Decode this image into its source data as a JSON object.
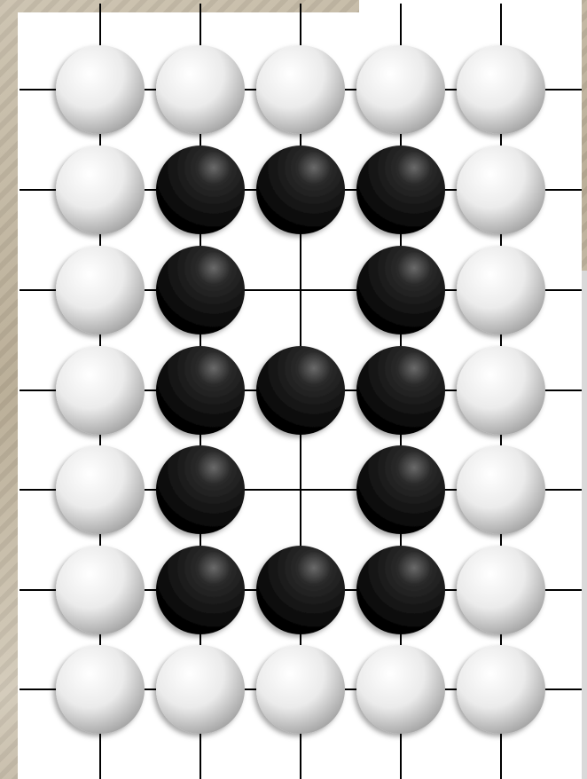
{
  "board": {
    "columns": 5,
    "rows": 7,
    "line_color": "#000000",
    "colors": {
      "white_stone_light": "#ffffff",
      "white_stone_dark": "#b8b8b8",
      "black_stone_light": "#5a5a5a",
      "black_stone_dark": "#000000"
    },
    "layout": [
      [
        "W",
        "W",
        "W",
        "W",
        "W"
      ],
      [
        "W",
        "B",
        "B",
        "B",
        "W"
      ],
      [
        "W",
        "B",
        "",
        "B",
        "W"
      ],
      [
        "W",
        "B",
        "B",
        "B",
        "W"
      ],
      [
        "W",
        "B",
        "",
        "B",
        "W"
      ],
      [
        "W",
        "B",
        "B",
        "B",
        "W"
      ],
      [
        "W",
        "W",
        "W",
        "W",
        "W"
      ]
    ]
  }
}
